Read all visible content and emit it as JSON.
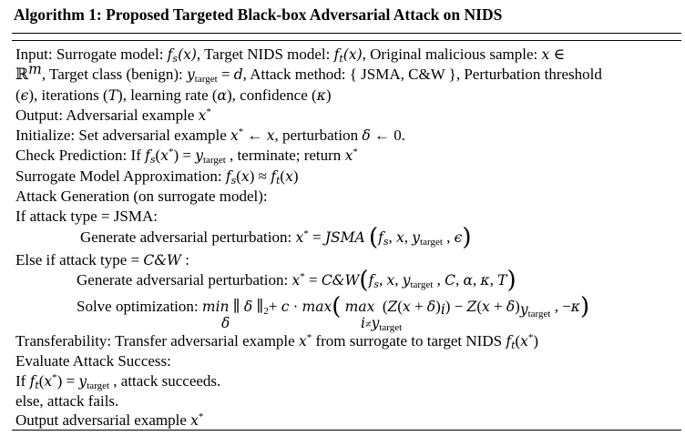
{
  "algorithm": {
    "title": "Algorithm 1: Proposed Targeted Black-box Adversarial Attack on NIDS",
    "input": {
      "t1": "Input: Surrogate model: ",
      "fs_x": "f",
      "t2": ", Target NIDS model: ",
      "t3": ", Original malicious sample: ",
      "t4": "Target class (benign): ",
      "t5": ", Attack method: { JSMA, C&W }, Perturbation threshold",
      "t6": ", iterations (",
      "t7": "), learning rate (",
      "t8": "), confidence ("
    },
    "output": "Output: Adversarial example ",
    "initialize": {
      "t1": "Initialize: Set adversarial example ",
      "t2": ", perturbation "
    },
    "check": {
      "t1": "Check Prediction: If ",
      "t2": " , terminate; return "
    },
    "surrogate": "Surrogate Model Approximation: ",
    "attack_gen": "Attack Generation (on surrogate model):",
    "if_jsma": "If attack type = JSMA:",
    "gen1": "Generate adversarial perturbation: ",
    "else_cw": "Else if attack type = ",
    "gen2": "Generate adversarial perturbation: ",
    "solve": "Solve optimization: ",
    "transfer": "Transferability: Transfer adversarial example ",
    "transfer2": " from surrogate to target NIDS ",
    "evaluate": "Evaluate Attack Success:",
    "if_success": {
      "t1": "If ",
      "t2": " , attack succeeds."
    },
    "else_fail": "else, attack fails.",
    "output_final": "Output adversarial example "
  }
}
